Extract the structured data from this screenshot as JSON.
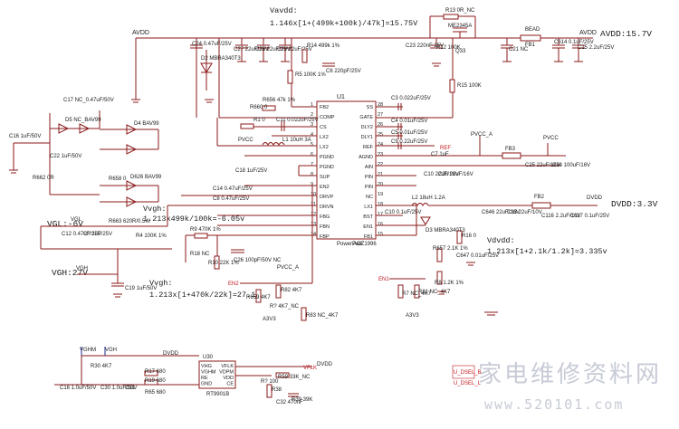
{
  "annotations": {
    "vavdd_title": "Vavdd:",
    "vavdd_formula": "1.146x[1+(499k+100k)/47k]=15.75V",
    "avdd_label": "AVDD:15.7V",
    "dvdd_label": "DVDD:3.3V",
    "vdvdd_title": "Vdvdd:",
    "vdvdd_formula": "1.213x[1+2.1k/1.2k]=3.335v",
    "vvgh_title": "Vvgh:",
    "vvgh_formula": "1.213x499k/100k=-6.05v",
    "vgl_label": "VGL:-6V",
    "vgh_label": "VGH:27V",
    "vvgh2_title": "Vvgh:",
    "vvgh2_formula": "1.213x[1+470k/22k]=27.1v"
  },
  "ic_u1": {
    "ref": "U1",
    "part": "AOZ1996",
    "pad": "PowerPad",
    "left_pins": [
      "FB2",
      "COMP",
      "CS",
      "LX2",
      "LX2",
      "PGND",
      "PGND",
      "SUP",
      "EN2",
      "DRVP",
      "DRVN",
      "FBG",
      "FBN",
      "FBP"
    ],
    "left_nums": [
      "1",
      "2",
      "3",
      "4",
      "5",
      "6",
      "7",
      "8",
      "9",
      "10",
      "11",
      "12",
      "13",
      "14"
    ],
    "right_pins": [
      "SS",
      "GATE",
      "DLY2",
      "DLY1",
      "REF",
      "AGND",
      "AIN",
      "PIN",
      "PIN",
      "NC",
      "LX1",
      "BST",
      "EN1",
      "FB1"
    ],
    "right_nums": [
      "28",
      "27",
      "26",
      "25",
      "24",
      "23",
      "22",
      "21",
      "20",
      "19",
      "18",
      "17",
      "16",
      "15"
    ]
  },
  "ic_u30": {
    "ref": "U30",
    "part": "RT9901B",
    "left_pins": [
      "VHG",
      "VGHM",
      "RE",
      "GND"
    ],
    "right_pins": [
      "VFLK",
      "VDPM",
      "VDD",
      "CE"
    ]
  },
  "labels": {
    "avdd_top": "AVDD",
    "avdd_right": "AVDD",
    "pvcc_1": "PVCC",
    "pvcc_a_1": "PVCC_A",
    "pvcc_2": "PVCC",
    "pvcc_a_2": "PVCC_A",
    "dvdd_1": "DVDD",
    "dvdd_2": "DVDD",
    "dvdd_3": "DVDD",
    "vgh_net": "VGH",
    "vgl_net": "VGL",
    "vghm": "VGHM",
    "a3v3_1": "A3V3",
    "a3v3_2": "A3V3",
    "en1": "EN1",
    "en2": "EN2",
    "ref": "REF",
    "ref2": "REF",
    "vflk": "VFLK",
    "u_dsel_b": "U_DSEL_B",
    "u_dsel_l": "U_DSEL_L"
  },
  "components": {
    "r13": "R13  0R_NC",
    "q_mos": "ME2345A",
    "bead": "BEAD",
    "fb1": "FB1",
    "c24": "C24  0.47uF/25V",
    "c27": "C27  22uF/25V",
    "c28": "C28  22uF/25V",
    "c29": "C29  22uF/25V",
    "r14": "R14  499k 1%",
    "c23": "C23  220nF 25V",
    "r12": "R12  100K",
    "q33": "Q33",
    "c21": "C21  NC",
    "c614": "C614  0.1uF/25V",
    "c15": "C15  2.2uF/25V",
    "r5": "R5  100K 1%",
    "c6": "C6  220pF/25V",
    "r15": "R15  100K",
    "d2": "D2  MBRA340T3",
    "r656": "R656  47k 1%",
    "r1": "R1  0",
    "c11": "C11  0.022uF/25V",
    "c3": "C3  0.022uF/25V",
    "c4": "C4  0.01uF/25V",
    "c5": "C5  0.01uF/25V",
    "c9": "C9  0.22uF/25V",
    "l1": "L1  10uH 3A",
    "c7": "C7  1uF",
    "c17": "C17  NC_0.47uF/50V",
    "d5": "D5  NC_BAV99",
    "d4": "D4  BAV99",
    "c16": "C16  1uF/50V",
    "c22": "C22  1uF/50V",
    "r660": "R660  0",
    "r662": "R662  0R",
    "d626": "D626  BAV99",
    "r658": "R658  0",
    "c18": "C18  1uF/25V",
    "c14": "C14  0.47uF/25V",
    "c8": "C8  0.47uF/25V",
    "r663": "R663  620R/0.5W",
    "c12": "C12  0.47uF/25V",
    "c_1uf": "C?  1uF/25V",
    "r4": "R4  100K 1%",
    "r9": "R9  470K 1%",
    "r18": "R18  NC",
    "r10": "R10  22K 1%",
    "c26": "C26  100pF/50V NC",
    "c19": "C19  1uF/50V",
    "r659": "R659  4K7",
    "r82": "R82  4K7",
    "r_nc4k7": "R?  4K7_NC",
    "r83": "R83  NC_4K7",
    "fb3": "FB3",
    "c25": "C25  22uF/16V",
    "c34": "C34  100uF/16V",
    "c10": "C10  22uF/16V",
    "c20": "C20  22uF/16V",
    "c646": "C646  22uF/16V",
    "c13": "C13  22uF/10V",
    "fb2": "FB2",
    "c116": "C116  2.2uF/16V",
    "c117": "C117  0.1uF/25V",
    "l2": "L2  18uH 1.2A",
    "c10b": "C10  0.1uF/25V",
    "d3": "D3  MBRA340T3",
    "r16": "R16  0",
    "c647": "C647  0.01uF/25V",
    "r657": "R657  2.1K 1%",
    "r8": "R8  1.2K 1%",
    "r7": "R7  NC_4K7",
    "r81": "R81  NC_4K7",
    "r30": "R30  4K7",
    "c16b": "C16  1.0uF/50V",
    "c30": "C30  1.0uF/50V",
    "c31": "C31",
    "r17": "R17  680",
    "r19": "R19  680",
    "r65": "R65  680",
    "r59": "R59  33K_NC",
    "r_100k": "R?  100",
    "r38": "R38",
    "c32": "C32  470nF",
    "r39": "R39  39K"
  },
  "watermark": {
    "chinese": "家电维修资料网",
    "url": "www.520101.com"
  }
}
